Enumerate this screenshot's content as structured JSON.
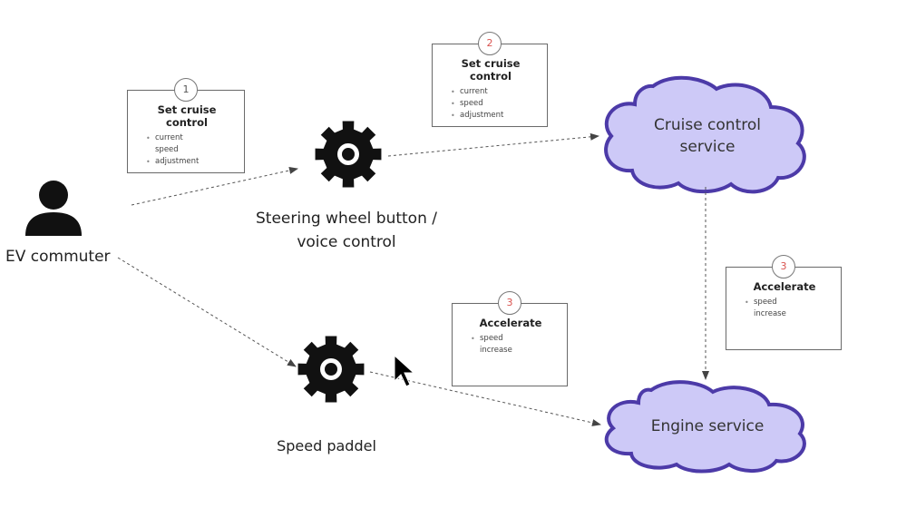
{
  "actors": {
    "commuter": {
      "label": "EV commuter",
      "icon": "person-icon"
    },
    "steering": {
      "label_line1": "Steering wheel button /",
      "label_line2": "voice control",
      "icon": "gear-icon"
    },
    "paddle": {
      "label": "Speed paddel",
      "icon": "gear-icon"
    }
  },
  "services": {
    "cruise": {
      "line1": "Cruise control",
      "line2": "service"
    },
    "engine": {
      "line1": "Engine service"
    }
  },
  "cards": {
    "card1": {
      "number": "1",
      "title": "Set cruise control",
      "items": [
        "current",
        "speed",
        "adjustment"
      ]
    },
    "card2": {
      "number": "2",
      "title": "Set cruise control",
      "items": [
        "current",
        "speed",
        "adjustment"
      ]
    },
    "card3a": {
      "number": "3",
      "title": "Accelerate",
      "items": [
        "speed",
        "increase"
      ]
    },
    "card3b": {
      "number": "3",
      "title": "Accelerate",
      "items": [
        "speed",
        "increase"
      ]
    }
  },
  "colors": {
    "cloud_fill": "#cdc9f7",
    "cloud_stroke": "#4c3aa8",
    "number_red": "#d9534f",
    "arrow": "#555555"
  }
}
